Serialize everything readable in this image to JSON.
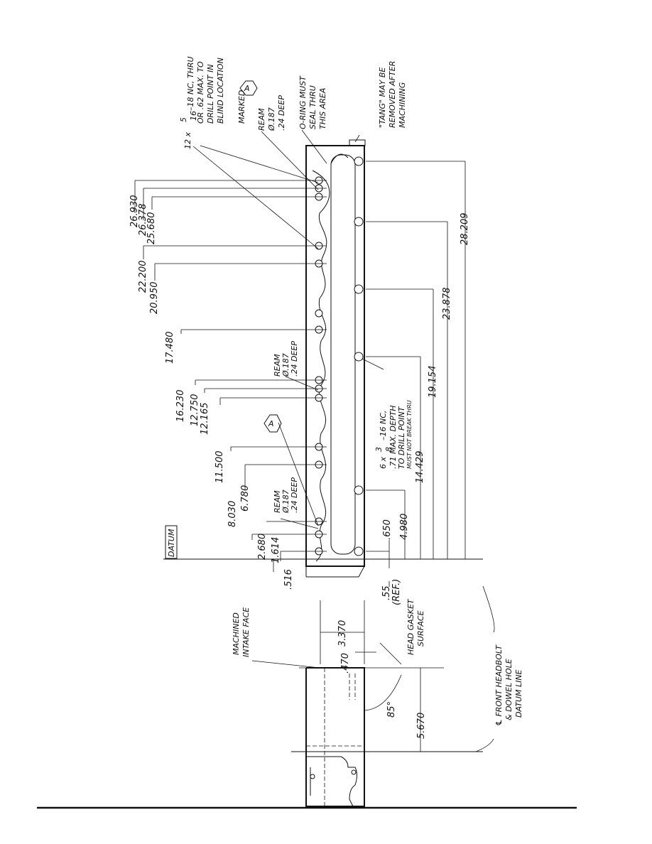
{
  "datum_label": "DATUM",
  "marker": "A",
  "dimensions": {
    "head_bolt_ladder": [
      "26.930",
      "26.378",
      "25.680",
      "22.200",
      "20.950",
      "17.480",
      "16.230",
      "12.750",
      "12.165",
      "11.500",
      "8.030",
      "6.780",
      "2.680",
      "1.614",
      ".516"
    ],
    "side_ladder": [
      ".650",
      "4.980",
      "14.429",
      "19.154",
      "23.878",
      "28.209"
    ],
    "other": {
      "width_3370": "3.370",
      "ref_55": ".55",
      "ref_label": "(REF.)",
      "d_470": ".470",
      "angle_85": "85°",
      "d_5670": "5.670"
    }
  },
  "notes": {
    "tapped_12x": [
      "12 x",
      "–18 NC, THRU",
      "OR .62 MAX. TO",
      "DRILL POINT IN",
      "BLIND LOCATION",
      "MARKED"
    ],
    "frac_5_16": {
      "num": "5",
      "den": "16"
    },
    "ream_top": [
      "REAM",
      "Ø.187",
      ".24 DEEP"
    ],
    "oring": [
      "O-RING MUST",
      "SEAL THRU",
      "THIS AREA"
    ],
    "tang": [
      "\"TANG\" MAY BE",
      "REMOVED AFTER",
      "MACHINING"
    ],
    "ream_mid": [
      "REAM",
      "Ø.187",
      ".24 DEEP"
    ],
    "ream_low": [
      "REAM",
      "Ø.187",
      ".24 DEEP"
    ],
    "tapped_6x": [
      "6 x",
      "–16 NC,",
      ".71 MAX. DEPTH",
      "TO DRILL POINT",
      "MUST NOT BREAK THRU"
    ],
    "frac_3_8": {
      "num": "3",
      "den": "8"
    },
    "intake": [
      "MACHINED",
      "INTAKE FACE"
    ],
    "gasket": [
      "HEAD GASKET",
      "SURFACE"
    ],
    "front_datum": [
      "℄ FRONT HEADBOLT",
      "& DOWEL HOLE",
      "DATUM LINE"
    ]
  }
}
